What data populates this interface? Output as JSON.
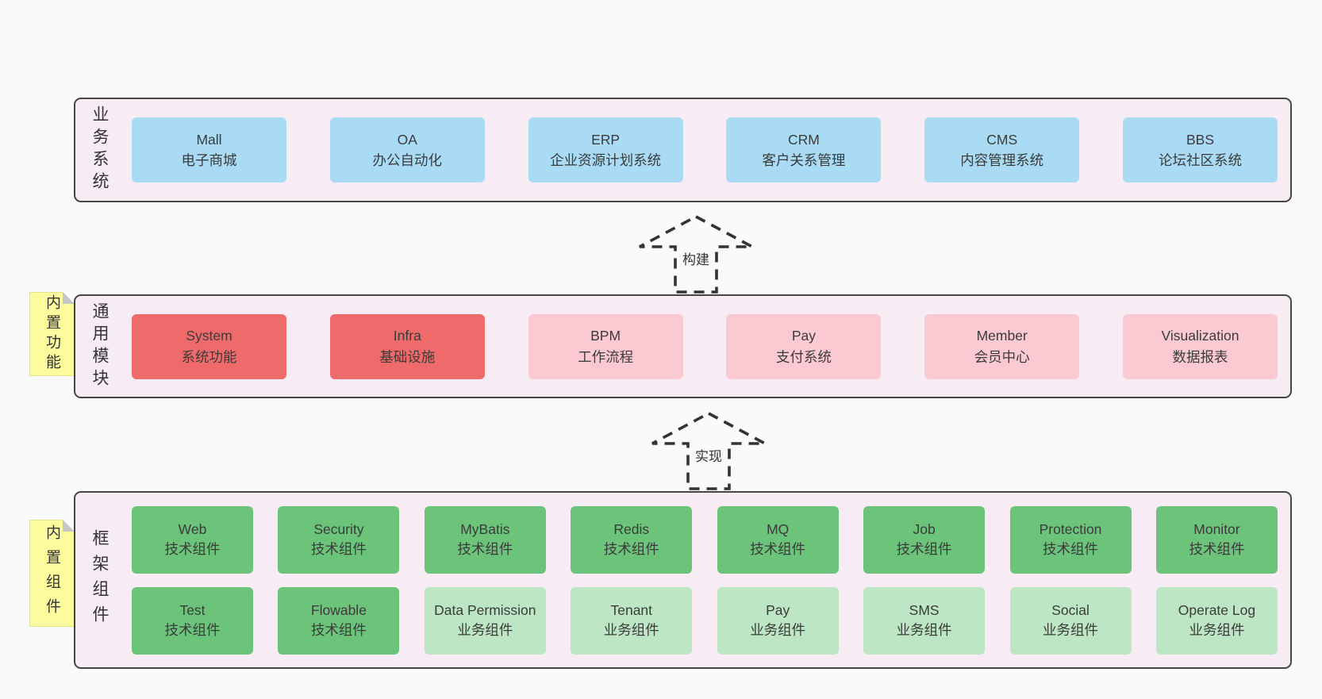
{
  "colors": {
    "page_bg": "#fafafa",
    "container_bg": "#f7ecf4",
    "container_border": "#454545",
    "business_box_blue": "#a9dbf5",
    "module_red": "#ef6b6b",
    "module_pink": "#fbc9d2",
    "tech_component_green": "#6cc47b",
    "biz_component_light_green": "#bde6c5",
    "note_yellow": "#fcfc9e",
    "text": "#3a3a3a"
  },
  "arrows": [
    {
      "label": "构建"
    },
    {
      "label": "实现"
    }
  ],
  "layers": {
    "business": {
      "label": "业务系统",
      "items": [
        {
          "name": "Mall",
          "desc": "电子商城"
        },
        {
          "name": "OA",
          "desc": "办公自动化"
        },
        {
          "name": "ERP",
          "desc": "企业资源计划系统"
        },
        {
          "name": "CRM",
          "desc": "客户关系管理"
        },
        {
          "name": "CMS",
          "desc": "内容管理系统"
        },
        {
          "name": "BBS",
          "desc": "论坛社区系统"
        }
      ]
    },
    "modules": {
      "label": "通用模块",
      "note": "内置功能",
      "items": [
        {
          "name": "System",
          "desc": "系统功能"
        },
        {
          "name": "Infra",
          "desc": "基础设施"
        },
        {
          "name": "BPM",
          "desc": "工作流程"
        },
        {
          "name": "Pay",
          "desc": "支付系统"
        },
        {
          "name": "Member",
          "desc": "会员中心"
        },
        {
          "name": "Visualization",
          "desc": "数据报表"
        }
      ]
    },
    "components": {
      "label": "框架组件",
      "note": "内置组件",
      "rows": [
        [
          {
            "name": "Web",
            "desc": "技术组件"
          },
          {
            "name": "Security",
            "desc": "技术组件"
          },
          {
            "name": "MyBatis",
            "desc": "技术组件"
          },
          {
            "name": "Redis",
            "desc": "技术组件"
          },
          {
            "name": "MQ",
            "desc": "技术组件"
          },
          {
            "name": "Job",
            "desc": "技术组件"
          },
          {
            "name": "Protection",
            "desc": "技术组件"
          },
          {
            "name": "Monitor",
            "desc": "技术组件"
          }
        ],
        [
          {
            "name": "Test",
            "desc": "技术组件"
          },
          {
            "name": "Flowable",
            "desc": "技术组件"
          },
          {
            "name": "Data Permission",
            "desc": "业务组件"
          },
          {
            "name": "Tenant",
            "desc": "业务组件"
          },
          {
            "name": "Pay",
            "desc": "业务组件"
          },
          {
            "name": "SMS",
            "desc": "业务组件"
          },
          {
            "name": "Social",
            "desc": "业务组件"
          },
          {
            "name": "Operate Log",
            "desc": "业务组件"
          }
        ]
      ]
    }
  }
}
